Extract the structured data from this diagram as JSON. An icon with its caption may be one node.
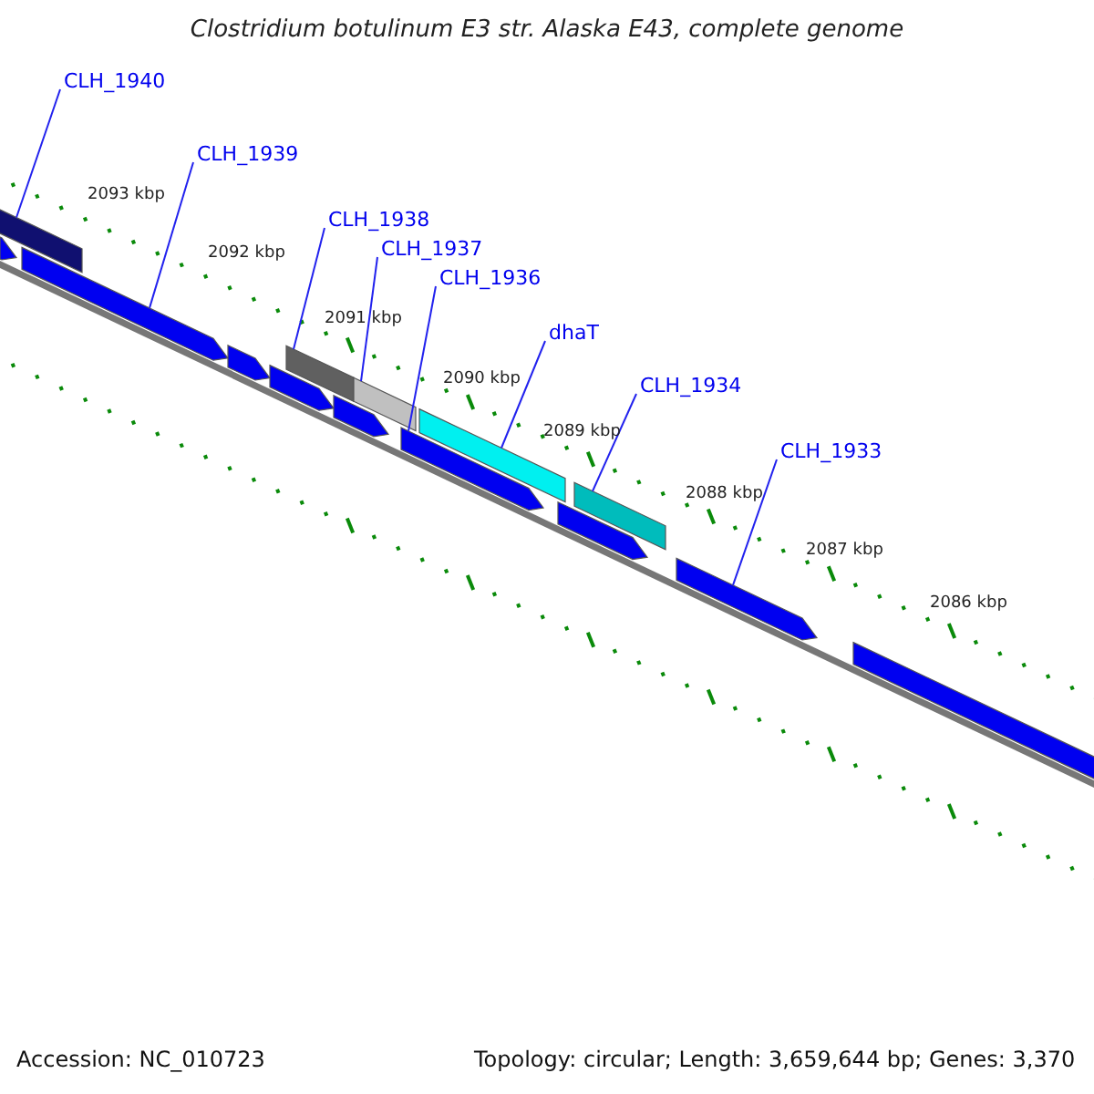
{
  "diagram": {
    "title": "Clostridium botulinum E3 str. Alaska E43, complete genome",
    "nodes": [
      {
        "text": [
          "CLH_1940"
        ]
      },
      {
        "text": [
          "CLH_1939"
        ]
      },
      {
        "text": [
          "CLH_1938"
        ]
      },
      {
        "text": [
          "CLH_1937"
        ]
      },
      {
        "text": [
          "CLH_1936"
        ]
      },
      {
        "text": [
          "dhaT"
        ]
      },
      {
        "text": [
          "CLH_1934"
        ]
      },
      {
        "text": [
          "CLH_1933"
        ]
      },
      {
        "text": [],
        "shape": "bar"
      },
      {
        "text": [],
        "shape": "arrow"
      },
      {
        "text": [],
        "shape": "arrow"
      },
      {
        "text": [],
        "shape": "arrow"
      },
      {
        "text": [],
        "shape": "arrow"
      },
      {
        "text": [],
        "shape": "bar"
      },
      {
        "text": [],
        "shape": "arrow"
      },
      {
        "text": [],
        "shape": "bar"
      },
      {
        "text": [],
        "shape": "arrow"
      },
      {
        "text": [],
        "shape": "bar"
      },
      {
        "text": [],
        "shape": "arrow"
      },
      {
        "text": [],
        "shape": "bar"
      },
      {
        "text": [],
        "shape": "arrow"
      },
      {
        "text": [],
        "shape": "arrow"
      }
    ],
    "edges": [
      {
        "from": 0,
        "to": 8,
        "arrow": "none"
      },
      {
        "from": 1,
        "to": 10,
        "arrow": "none"
      },
      {
        "from": 2,
        "to": 13,
        "arrow": "none"
      },
      {
        "from": 3,
        "to": 15,
        "arrow": "none"
      },
      {
        "from": 4,
        "to": 16,
        "arrow": "none"
      },
      {
        "from": 5,
        "to": 17,
        "arrow": "none"
      },
      {
        "from": 6,
        "to": 19,
        "arrow": "none"
      },
      {
        "from": 7,
        "to": 20,
        "arrow": "none"
      }
    ],
    "labels": [
      "2093 kbp",
      "2092 kbp",
      "2091 kbp",
      "2090 kbp",
      "2089 kbp",
      "2088 kbp",
      "2087 kbp",
      "2086 kbp",
      "Accession: NC_010723",
      "Topology: circular; Length: 3,659,644 bp; Genes: 3,370"
    ]
  }
}
